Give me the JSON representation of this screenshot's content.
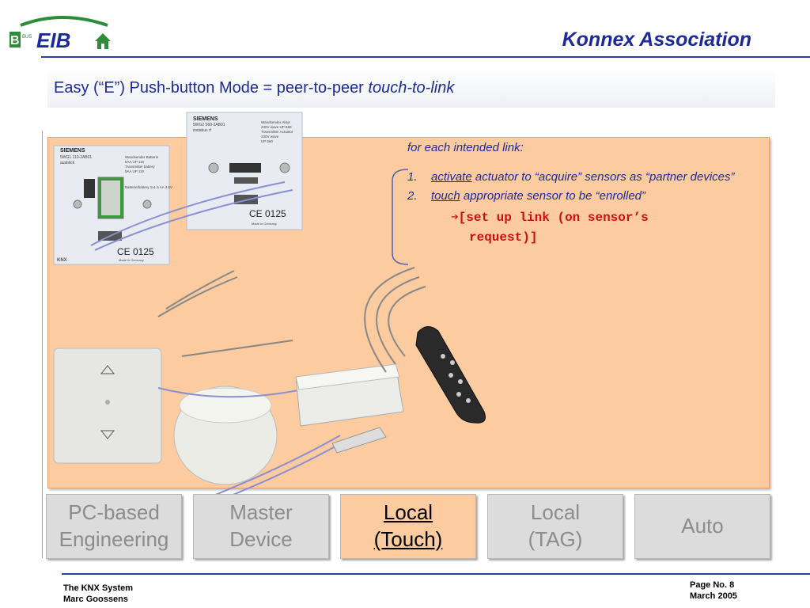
{
  "header": {
    "logo": {
      "mark": "BUS",
      "text": "EIB",
      "icon": "house-icon"
    },
    "org_title": "Konnex Association"
  },
  "slide": {
    "title_plain": "Easy (“E”) Push-button Mode = peer-to-peer ",
    "title_italic": "touch-to-link"
  },
  "notes": {
    "intro": "for each intended link:",
    "steps": [
      {
        "num": "1.",
        "keyword": "activate",
        "rest": " actuator to “acquire” sensors as “partner devices”"
      },
      {
        "num": "2.",
        "keyword": "touch",
        "rest": " appropriate sensor to be “enrolled”"
      }
    ],
    "arrow_symbol": "➔",
    "result_line1": "[set up link (on sensor’s",
    "result_line2": "request)]"
  },
  "devices": {
    "module_left": {
      "brand": "SIEMENS",
      "line1": "5WG1 110-2AB01",
      "line2": "ausblick",
      "right1": "Wandsender Batterie",
      "right2": "5AA UP 110",
      "right3": "Transmitter battery",
      "right4": "5AA UP 110",
      "battery": "Batterie/battery 1x1.5 AA 3.6V",
      "ce": "CE 0125",
      "made": "Made in Germany",
      "knx": "KNX"
    },
    "module_right": {
      "brand": "SIEMENS",
      "line1": "5WG2 560-2AB01",
      "line2": "instabus rf",
      "right1": "Wandsender Aktor",
      "right2": "230V wave UP 560",
      "right3": "Transmitter Actuator",
      "right4": "230V wave",
      "right5": "UP 560",
      "ce": "CE 0125",
      "made": "Made in Germany"
    }
  },
  "tabs": [
    {
      "label": "PC-based\nEngineering",
      "active": false
    },
    {
      "label": "Master\nDevice",
      "active": false
    },
    {
      "label": "Local\n(Touch)",
      "active": true
    },
    {
      "label": "Local\n(TAG)",
      "active": false
    },
    {
      "label": "Auto",
      "active": false
    }
  ],
  "footer": {
    "left_line1": "The KNX System",
    "left_line2": "Marc Goossens",
    "right_line1": "Page No. 8",
    "right_line2": "March 2005"
  },
  "colors": {
    "brand_blue": "#1c2a98",
    "panel_fill": "#fccca0",
    "accent_red": "#cc1010",
    "tab_gray": "#dcdcdc",
    "logo_green": "#2e8b3a"
  }
}
